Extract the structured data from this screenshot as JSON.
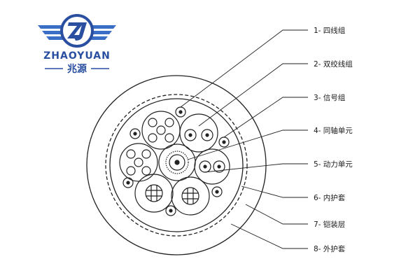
{
  "brand": {
    "name": "ZHAOYUAN",
    "chinese": "兆源",
    "primary_color": "#2a4fa0",
    "accent_color": "#3b6ec5"
  },
  "labels": [
    {
      "text": "1- 四线组"
    },
    {
      "text": "2- 双绞线组"
    },
    {
      "text": "3- 信号组"
    },
    {
      "text": "4- 同轴单元"
    },
    {
      "text": "5- 动力单元"
    },
    {
      "text": "6- 内护套"
    },
    {
      "text": "7- 铠装层"
    },
    {
      "text": "8- 外护套"
    }
  ],
  "colors": {
    "line": "#222222",
    "background": "#ffffff"
  }
}
